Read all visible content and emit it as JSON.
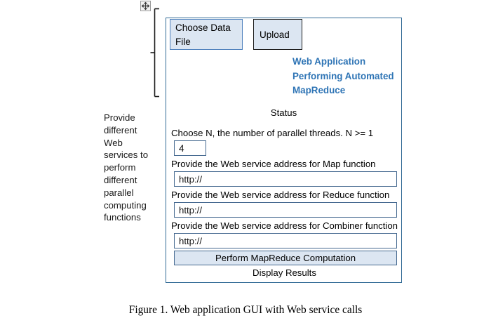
{
  "move_handle": {
    "icon": "move-cross-icon"
  },
  "annotation": {
    "bracket_icon": "left-brace-bracket",
    "side_note": "Provide different Web services to perform different parallel computing functions"
  },
  "app": {
    "toolbar": {
      "choose_file_label": "Choose Data File",
      "upload_label": "Upload"
    },
    "heading": "Web Application Performing Automated MapReduce",
    "status_label": "Status",
    "form": {
      "threads_label": "Choose N, the number of parallel threads. N >= 1",
      "threads_value": "4",
      "map_label": "Provide the Web service address for Map function",
      "map_value": "http://",
      "reduce_label": "Provide the Web service address for Reduce function",
      "reduce_value": "http://",
      "combiner_label": "Provide the Web service address for Combiner function",
      "combiner_value": "http://",
      "submit_label": "Perform MapReduce Computation",
      "results_label": "Display Results"
    }
  },
  "caption": "Figure 1. Web application GUI with Web service calls",
  "colors": {
    "frame_border": "#326b96",
    "button_fill": "#dce6f2",
    "button_border": "#4f81bd",
    "upload_border": "#1b1b1b",
    "heading_blue": "#2e74b5",
    "input_border": "#44688f",
    "page_background": "#ffffff"
  }
}
